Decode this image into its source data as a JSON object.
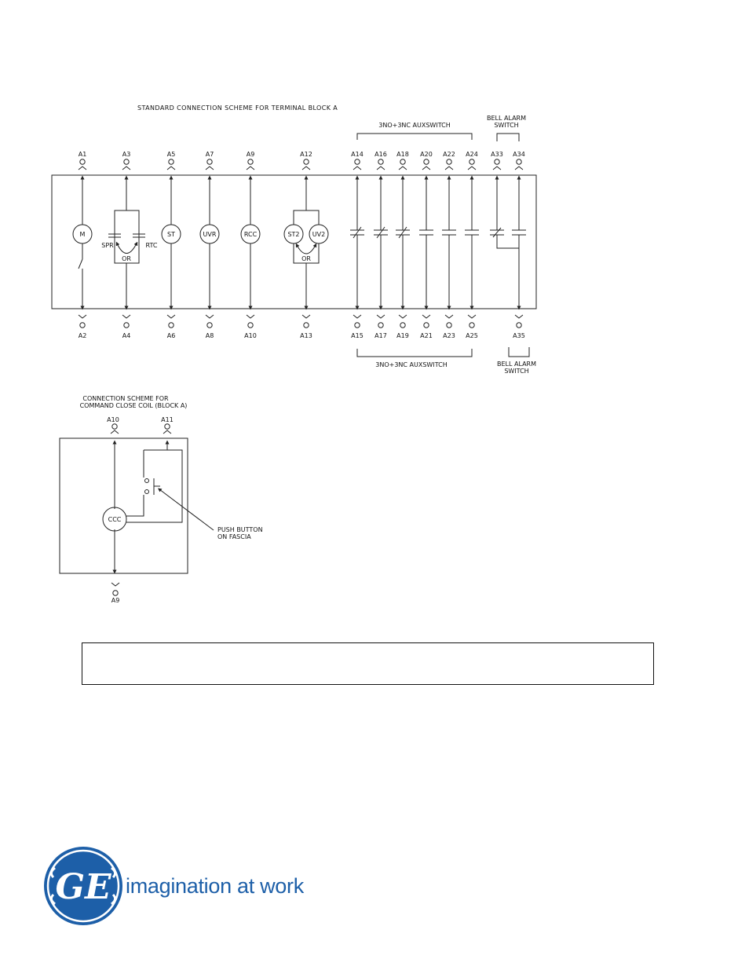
{
  "main_diagram": {
    "title": "STANDARD CONNECTION SCHEME FOR TERMINAL BLOCK A",
    "aux_top_label": "3NO+3NC AUXSWITCH",
    "aux_bottom_label": "3NO+3NC AUXSWITCH",
    "bell_top_line1": "BELL ALARM",
    "bell_top_line2": "SWITCH",
    "bell_bottom_line1": "BELL ALARM",
    "bell_bottom_line2": "SWITCH",
    "top_terminals": [
      "A1",
      "A3",
      "A5",
      "A7",
      "A9",
      "A12",
      "A14",
      "A16",
      "A18",
      "A20",
      "A22",
      "A24",
      "A33",
      "A34"
    ],
    "bottom_terminals": [
      "A2",
      "A4",
      "A6",
      "A8",
      "A10",
      "A13",
      "A15",
      "A17",
      "A19",
      "A21",
      "A23",
      "A25",
      "A35"
    ],
    "components": {
      "motor": "M",
      "spr": "SPR",
      "rtc": "RTC",
      "or1": "OR",
      "st": "ST",
      "uvr": "UVR",
      "rcc": "RCC",
      "st2": "ST2",
      "uv2": "UV2",
      "or2": "OR"
    }
  },
  "ccc_diagram": {
    "title_line1": "CONNECTION SCHEME FOR",
    "title_line2": "COMMAND CLOSE COIL (BLOCK A)",
    "terminal_top_left": "A10",
    "terminal_top_right": "A11",
    "terminal_bottom": "A9",
    "coil": "CCC",
    "callout_line1": "PUSH BUTTON",
    "callout_line2": "ON FASCIA"
  },
  "footer": {
    "logo_icon": "ge-monogram-icon",
    "tagline": "imagination at work",
    "brand_color": "#1d5fa8"
  }
}
